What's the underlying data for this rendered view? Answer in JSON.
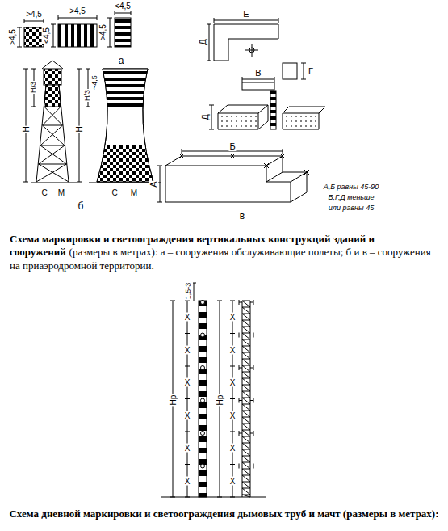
{
  "diagram": {
    "labels": [
      ">4,5",
      ">4,5",
      ">4,5",
      "<4,5",
      "<4,5",
      ">4,5",
      "а",
      "Е",
      "Д",
      "Г",
      "В",
      "Д",
      "~4,5",
      "Н/3",
      "Н",
      "Н/3",
      "Н",
      "С",
      "М",
      "С",
      "М",
      "б",
      "Б",
      "А",
      "А,Б равны 45-90",
      "В,Г,Д меньше",
      "или равны 45",
      "в",
      "Схема маркировки и светоограждения вертикальных конструкций зданий и сооружений",
      "(размеры в метрах): а – сооружения обслуживающие полеты; б и в – сооружения на приаэродромной территории.",
      "1,5-3",
      "Нр",
      "Х",
      "Х",
      "Х",
      "Х",
      "Х",
      "Х",
      "Нр",
      "Х",
      "Х",
      "Х",
      "Х",
      "Х",
      "Х",
      "Схема дневной маркировки и светоограждения дымовых труб и мачт (размеры в метрах):"
    ]
  }
}
